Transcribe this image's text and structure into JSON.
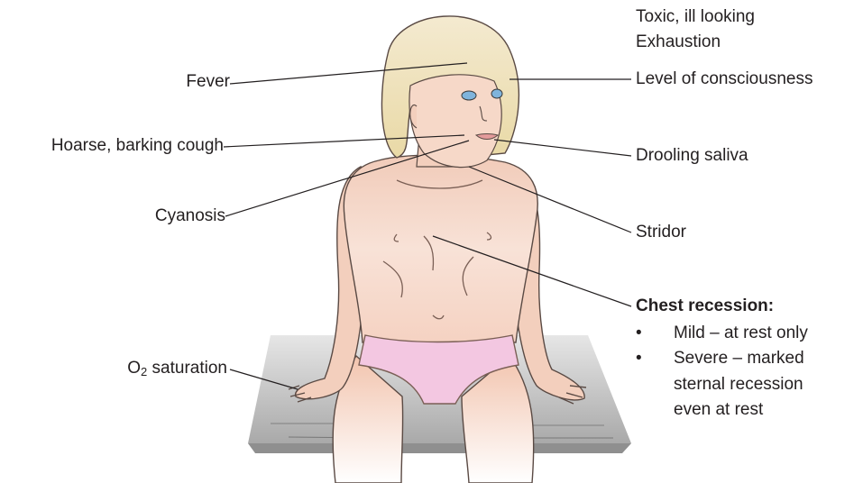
{
  "labels": {
    "fever": "Fever",
    "hoarse_cough": "Hoarse, barking cough",
    "cyanosis": "Cyanosis",
    "o2_prefix": "O",
    "o2_sub": "2",
    "o2_suffix": " saturation",
    "toxic": "Toxic, ill looking",
    "exhaustion": "Exhaustion",
    "consciousness": "Level of consciousness",
    "drooling": "Drooling saliva",
    "stridor": "Stridor",
    "chest_title": "Chest recession:",
    "bullet_glyph": "•",
    "mild": "Mild – at rest only",
    "severe_1": "Severe – marked",
    "severe_2": "sternal recession",
    "severe_3": "even at rest"
  },
  "colors": {
    "skin": "#f6dccf",
    "skin_shadow": "#e9b9a6",
    "hair": "#f0e3b6",
    "underwear": "#f3c7e1",
    "cushion": "#c9c9c9",
    "line": "#231f20",
    "eye": "#7fb4dc"
  }
}
